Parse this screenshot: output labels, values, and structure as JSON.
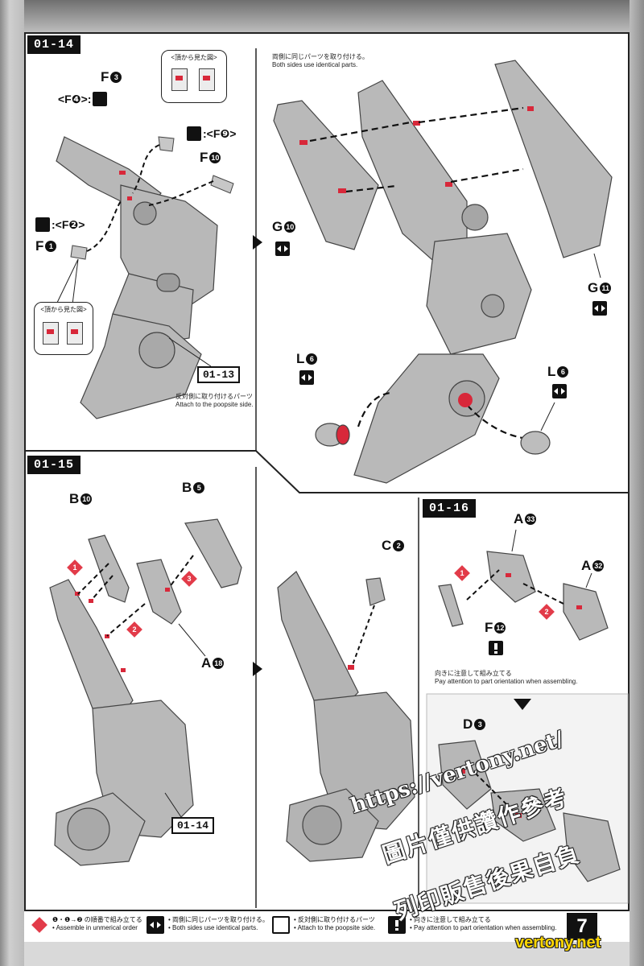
{
  "steps": {
    "s14": "01-14",
    "s15": "01-15",
    "s16": "01-16"
  },
  "refs": {
    "ref13": "01-13",
    "ref14": "01-14"
  },
  "callouts": {
    "top_view": "<頂から見た図>"
  },
  "notes": {
    "both_sides_jp": "両側に同じパーツを取り付ける。",
    "both_sides_en": "Both sides use identical parts.",
    "opposite_jp": "反対側に取り付けるパーツ",
    "opposite_en": "Attach to the poopsite side.",
    "orient_jp": "向きに注意して組み立てる",
    "orient_en": "Pay attention to part orientation when assembling."
  },
  "parts": {
    "f3": {
      "letter": "F",
      "num": "3"
    },
    "f4": "<F❹>:",
    "f9": ":<F❾>",
    "f10": {
      "letter": "F",
      "num": "10"
    },
    "f2": ":<F❷>",
    "f1": {
      "letter": "F",
      "num": "1"
    },
    "g10": {
      "letter": "G",
      "num": "10"
    },
    "g11": {
      "letter": "G",
      "num": "11"
    },
    "l6a": {
      "letter": "L",
      "num": "6"
    },
    "l6b": {
      "letter": "L",
      "num": "6"
    },
    "b10": {
      "letter": "B",
      "num": "10"
    },
    "b5": {
      "letter": "B",
      "num": "5"
    },
    "a18": {
      "letter": "A",
      "num": "18"
    },
    "c2": {
      "letter": "C",
      "num": "2"
    },
    "a33": {
      "letter": "A",
      "num": "33"
    },
    "a32": {
      "letter": "A",
      "num": "32"
    },
    "f12": {
      "letter": "F",
      "num": "12"
    },
    "d3": {
      "letter": "D",
      "num": "3"
    }
  },
  "order_badges": [
    "1",
    "2",
    "3"
  ],
  "legend": {
    "order_jp": "❶・❶→❷ の順番で組み立てる",
    "order_en": "• Assemble in unmerical order",
    "both_jp": "• 両側に同じパーツを取り付ける。",
    "both_en": "• Both sides use identical parts.",
    "opp_jp": "• 反対側に取り付けるパーツ",
    "opp_en": "• Attach to the poopsite side.",
    "orient_jp": "• 向きに注意して組み立てる",
    "orient_en": "• Pay attention to part orientation when assembling."
  },
  "page_number": "7",
  "watermarks": {
    "url": "https://vertony.net/",
    "line1": "圖片僅供讚作參考",
    "line2": "列印販售後果自負",
    "site": "vertony.net"
  },
  "colors": {
    "accent_red": "#e23b49",
    "part_gray": "#b8b8b8",
    "ink": "#111111"
  }
}
